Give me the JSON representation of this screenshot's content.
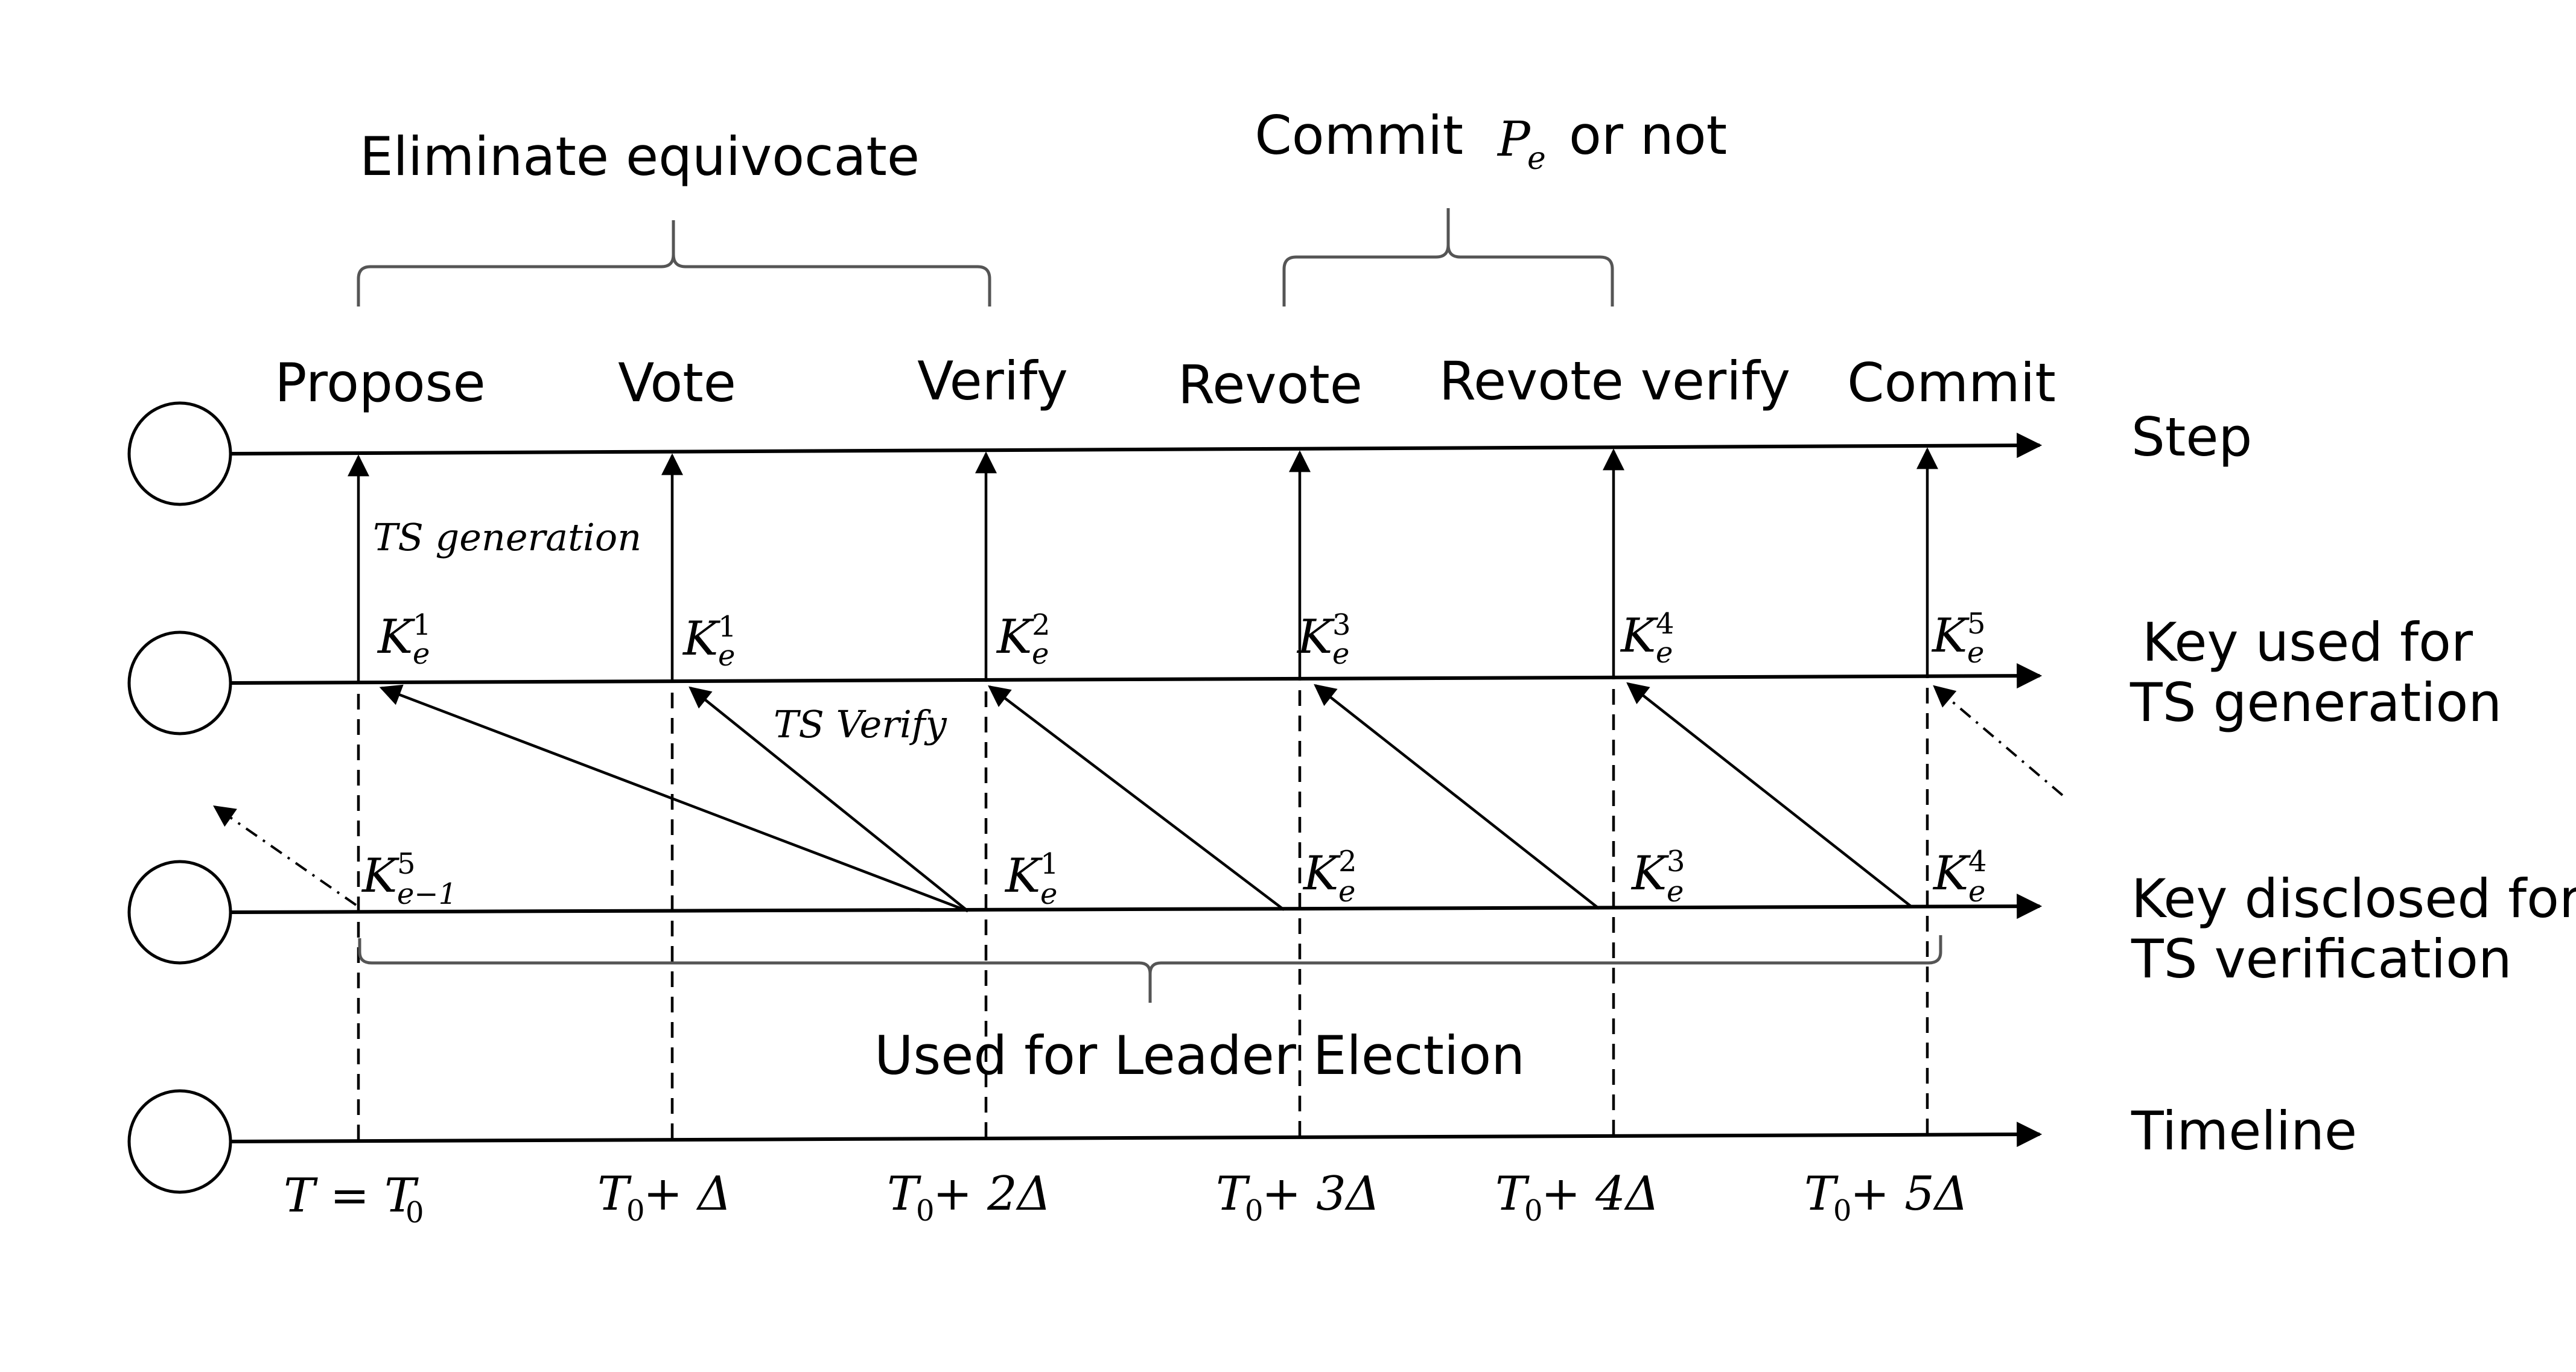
{
  "brackets": {
    "eliminate": "Eliminate equivocate",
    "commit_prefix": "Commit",
    "commit_symbol": "P",
    "commit_symbol_sub": "e",
    "commit_suffix": "or not",
    "leader_election": "Used for Leader Election"
  },
  "steps": [
    "Propose",
    "Vote",
    "Verify",
    "Revote",
    "Revote verify",
    "Commit"
  ],
  "row_labels": {
    "step": "Step",
    "key_used_line1": "Key used for",
    "key_used_line2": "TS generation",
    "key_disclosed_line1": "Key disclosed for",
    "key_disclosed_line2": "TS verification",
    "timeline": "Timeline"
  },
  "annotations": {
    "ts_generation": "TS generation",
    "ts_verify": "TS Verify"
  },
  "key_base": "K",
  "key_sub": "e",
  "keys_used": [
    "1",
    "1",
    "2",
    "3",
    "4",
    "5"
  ],
  "keys_disclosed": [
    {
      "sup": "5",
      "sub": "e−1"
    },
    {
      "sup": "1",
      "sub": "e"
    },
    {
      "sup": "2",
      "sub": "e"
    },
    {
      "sup": "3",
      "sub": "e"
    },
    {
      "sup": "4",
      "sub": "e"
    }
  ],
  "times": [
    {
      "text": "T = T",
      "sub": "0",
      "suffix": ""
    },
    {
      "text": "T",
      "sub": "0",
      "suffix": " + Δ"
    },
    {
      "text": "T",
      "sub": "0",
      "suffix": " + 2Δ"
    },
    {
      "text": "T",
      "sub": "0",
      "suffix": " + 3Δ"
    },
    {
      "text": "T",
      "sub": "0",
      "suffix": " + 4Δ"
    },
    {
      "text": "T",
      "sub": "0",
      "suffix": " + 5Δ"
    }
  ]
}
